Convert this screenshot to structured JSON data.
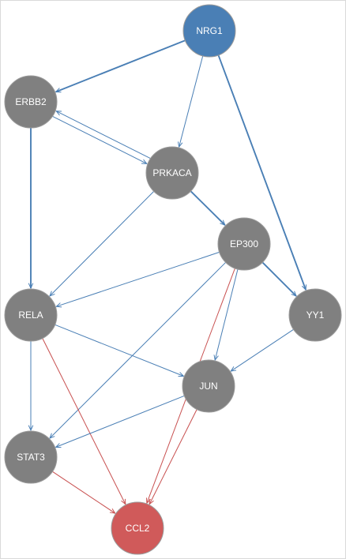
{
  "graph": {
    "colors": {
      "default_node": "#808080",
      "source_node": "#4a7fb5",
      "target_node": "#d05a5a",
      "edge_blue": "#4a7fb5",
      "edge_red": "#c85050"
    },
    "nodes": [
      {
        "id": "nrg1",
        "label": "NRG1",
        "role": "source"
      },
      {
        "id": "erbb2",
        "label": "ERBB2",
        "role": "default"
      },
      {
        "id": "prkaca",
        "label": "PRKACA",
        "role": "default"
      },
      {
        "id": "ep300",
        "label": "EP300",
        "role": "default"
      },
      {
        "id": "rela",
        "label": "RELA",
        "role": "default"
      },
      {
        "id": "yy1",
        "label": "YY1",
        "role": "default"
      },
      {
        "id": "jun",
        "label": "JUN",
        "role": "default"
      },
      {
        "id": "stat3",
        "label": "STAT3",
        "role": "default"
      },
      {
        "id": "ccl2",
        "label": "CCL2",
        "role": "target"
      }
    ],
    "edges": [
      {
        "from": "nrg1",
        "to": "erbb2",
        "color": "blue",
        "weight": "thick"
      },
      {
        "from": "nrg1",
        "to": "prkaca",
        "color": "blue",
        "weight": "thin"
      },
      {
        "from": "nrg1",
        "to": "yy1",
        "color": "blue",
        "weight": "thick"
      },
      {
        "from": "erbb2",
        "to": "prkaca",
        "color": "blue",
        "weight": "thin"
      },
      {
        "from": "prkaca",
        "to": "erbb2",
        "color": "blue",
        "weight": "thin"
      },
      {
        "from": "erbb2",
        "to": "rela",
        "color": "blue",
        "weight": "thick"
      },
      {
        "from": "prkaca",
        "to": "ep300",
        "color": "blue",
        "weight": "thick"
      },
      {
        "from": "prkaca",
        "to": "rela",
        "color": "blue",
        "weight": "thin"
      },
      {
        "from": "ep300",
        "to": "rela",
        "color": "blue",
        "weight": "thin"
      },
      {
        "from": "ep300",
        "to": "yy1",
        "color": "blue",
        "weight": "thick"
      },
      {
        "from": "ep300",
        "to": "jun",
        "color": "blue",
        "weight": "thin"
      },
      {
        "from": "ep300",
        "to": "stat3",
        "color": "blue",
        "weight": "thin"
      },
      {
        "from": "ep300",
        "to": "ccl2",
        "color": "red",
        "weight": "thin"
      },
      {
        "from": "rela",
        "to": "jun",
        "color": "blue",
        "weight": "thin"
      },
      {
        "from": "rela",
        "to": "stat3",
        "color": "blue",
        "weight": "thin"
      },
      {
        "from": "rela",
        "to": "ccl2",
        "color": "red",
        "weight": "thin"
      },
      {
        "from": "yy1",
        "to": "jun",
        "color": "blue",
        "weight": "thin"
      },
      {
        "from": "jun",
        "to": "stat3",
        "color": "blue",
        "weight": "thin"
      },
      {
        "from": "jun",
        "to": "ccl2",
        "color": "red",
        "weight": "thin"
      },
      {
        "from": "stat3",
        "to": "ccl2",
        "color": "red",
        "weight": "thin"
      }
    ]
  }
}
